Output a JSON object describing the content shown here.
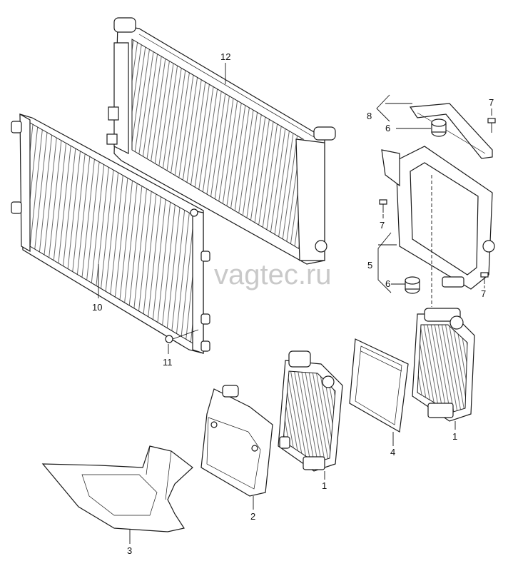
{
  "watermark": "vagtec.ru",
  "callouts": {
    "c12": "12",
    "c10": "10",
    "c11": "11",
    "c8": "8",
    "c7a": "7",
    "c6a": "6",
    "c7b": "7",
    "c5": "5",
    "c6b": "6",
    "c7c": "7",
    "c1a": "1",
    "c1b": "1",
    "c4": "4",
    "c2": "2",
    "c3": "3"
  }
}
